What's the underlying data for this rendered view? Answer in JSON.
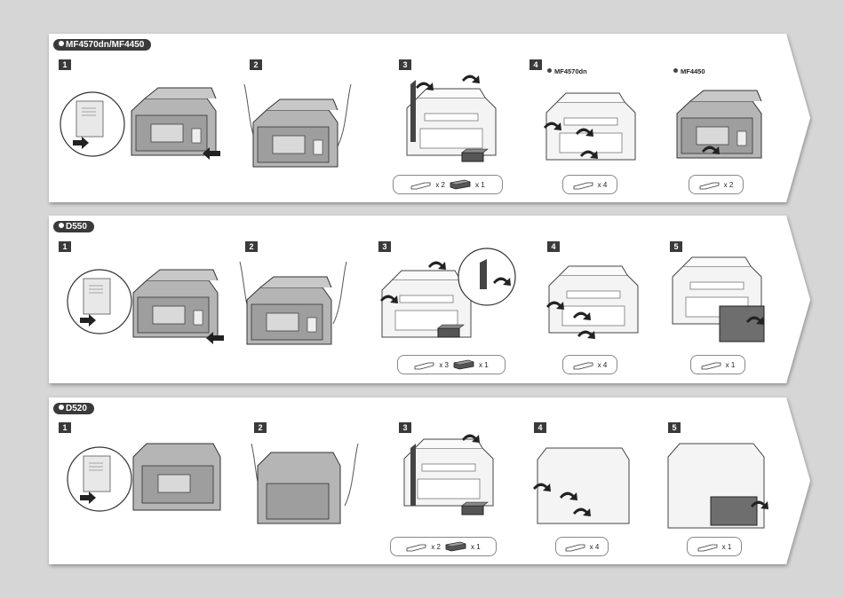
{
  "sections": [
    {
      "model": "MF4570dn/MF4450",
      "steps": [
        {
          "num": "1"
        },
        {
          "num": "2"
        },
        {
          "num": "3",
          "parts": [
            {
              "icon": "tape-strip-icon",
              "qty": "x 2"
            },
            {
              "icon": "packing-block-icon",
              "qty": "x 1"
            }
          ]
        },
        {
          "num": "4",
          "sublabels": [
            "MF4570dn",
            "MF4450"
          ],
          "parts_a": [
            {
              "icon": "tape-strip-icon",
              "qty": "x 4"
            }
          ],
          "parts_b": [
            {
              "icon": "tape-strip-icon",
              "qty": "x 2"
            }
          ]
        }
      ]
    },
    {
      "model": "D550",
      "steps": [
        {
          "num": "1"
        },
        {
          "num": "2"
        },
        {
          "num": "3",
          "parts": [
            {
              "icon": "tape-strip-icon",
              "qty": "x 3"
            },
            {
              "icon": "packing-block-icon",
              "qty": "x 1"
            }
          ]
        },
        {
          "num": "4",
          "parts": [
            {
              "icon": "tape-strip-icon",
              "qty": "x 4"
            }
          ]
        },
        {
          "num": "5",
          "parts": [
            {
              "icon": "tape-strip-icon",
              "qty": "x 1"
            }
          ]
        }
      ]
    },
    {
      "model": "D520",
      "steps": [
        {
          "num": "1"
        },
        {
          "num": "2"
        },
        {
          "num": "3",
          "parts": [
            {
              "icon": "tape-strip-icon",
              "qty": "x 2"
            },
            {
              "icon": "packing-block-icon",
              "qty": "x 1"
            }
          ]
        },
        {
          "num": "4",
          "parts": [
            {
              "icon": "tape-strip-icon",
              "qty": "x 4"
            }
          ]
        },
        {
          "num": "5",
          "parts": [
            {
              "icon": "tape-strip-icon",
              "qty": "x 1"
            }
          ]
        }
      ]
    }
  ],
  "colors": {
    "panel": "#ffffff",
    "background": "#d6d6d6",
    "tag": "#3a3a3a",
    "printer_dark": "#9a9a9a",
    "printer_light": "#f2f2f2"
  }
}
